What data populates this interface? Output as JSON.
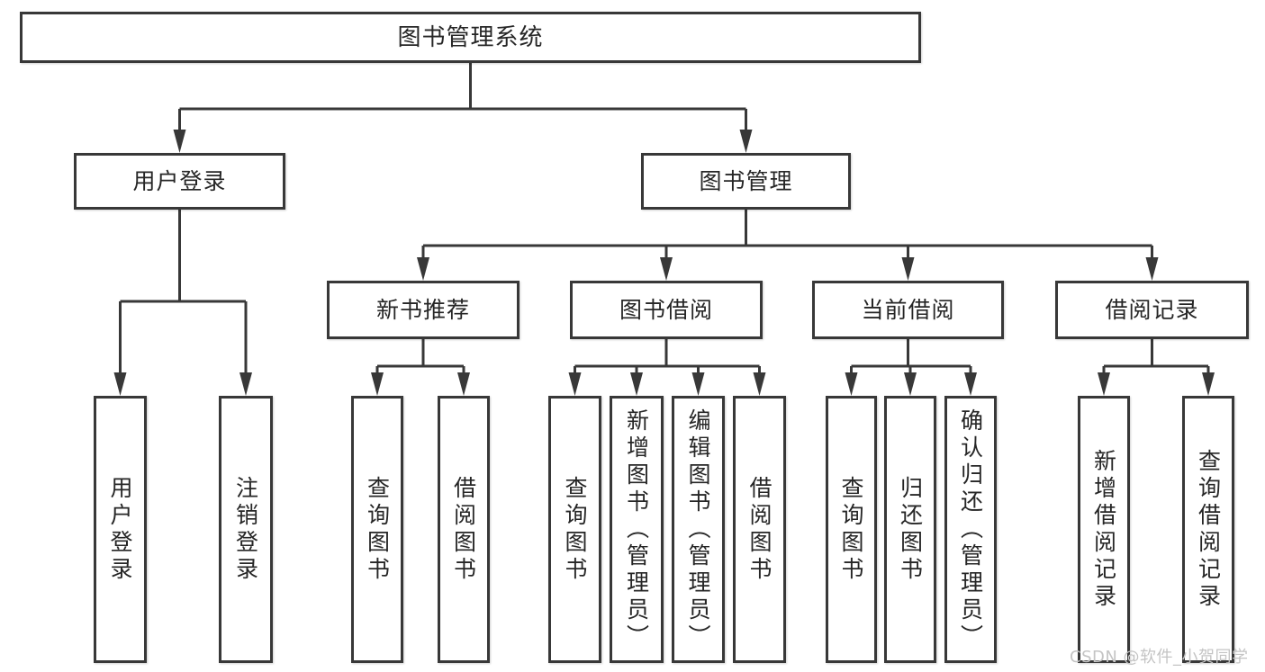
{
  "tree": {
    "root": {
      "label": "图书管理系统"
    },
    "children": [
      {
        "label": "用户登录",
        "children": [
          {
            "label": "用户登录"
          },
          {
            "label": "注销登录"
          }
        ]
      },
      {
        "label": "图书管理",
        "children": [
          {
            "label": "新书推荐",
            "children": [
              {
                "label": "查询图书"
              },
              {
                "label": "借阅图书"
              }
            ]
          },
          {
            "label": "图书借阅",
            "children": [
              {
                "label": "查询图书"
              },
              {
                "label": "新增图书（管理员）"
              },
              {
                "label": "编辑图书（管理员）"
              },
              {
                "label": "借阅图书"
              }
            ]
          },
          {
            "label": "当前借阅",
            "children": [
              {
                "label": "查询图书"
              },
              {
                "label": "归还图书"
              },
              {
                "label": "确认归还（管理员）"
              }
            ]
          },
          {
            "label": "借阅记录",
            "children": [
              {
                "label": "新增借阅记录"
              },
              {
                "label": "查询借阅记录"
              }
            ]
          }
        ]
      }
    ]
  },
  "watermark": {
    "text": "CSDN @软件_小贺同学"
  },
  "colors": {
    "line": "#383838",
    "box_border": "#383838",
    "text": "#262626",
    "watermark": "#c4c4c4",
    "background": "#ffffff"
  }
}
